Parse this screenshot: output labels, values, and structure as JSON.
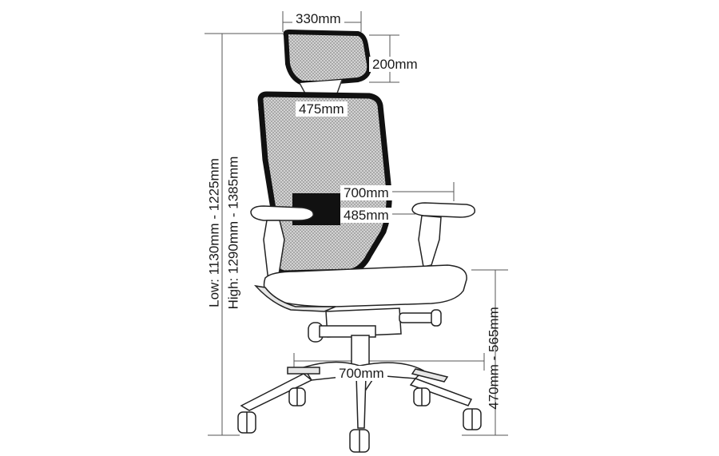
{
  "dimensions": {
    "headrest_width": "330mm",
    "headrest_height": "200mm",
    "back_width": "475mm",
    "armrest_span": "700mm",
    "seat_width": "485mm",
    "base_diameter": "700mm",
    "seat_height": "470mm - 565mm",
    "overall_height_low": "Low: 1130mm - 1225mm",
    "overall_height_high": "High: 1290mm - 1385mm"
  },
  "colors": {
    "outline": "#222222",
    "mesh": "#8c8c8c",
    "frame": "#111111",
    "dimension_line": "#555555",
    "background": "#ffffff"
  }
}
